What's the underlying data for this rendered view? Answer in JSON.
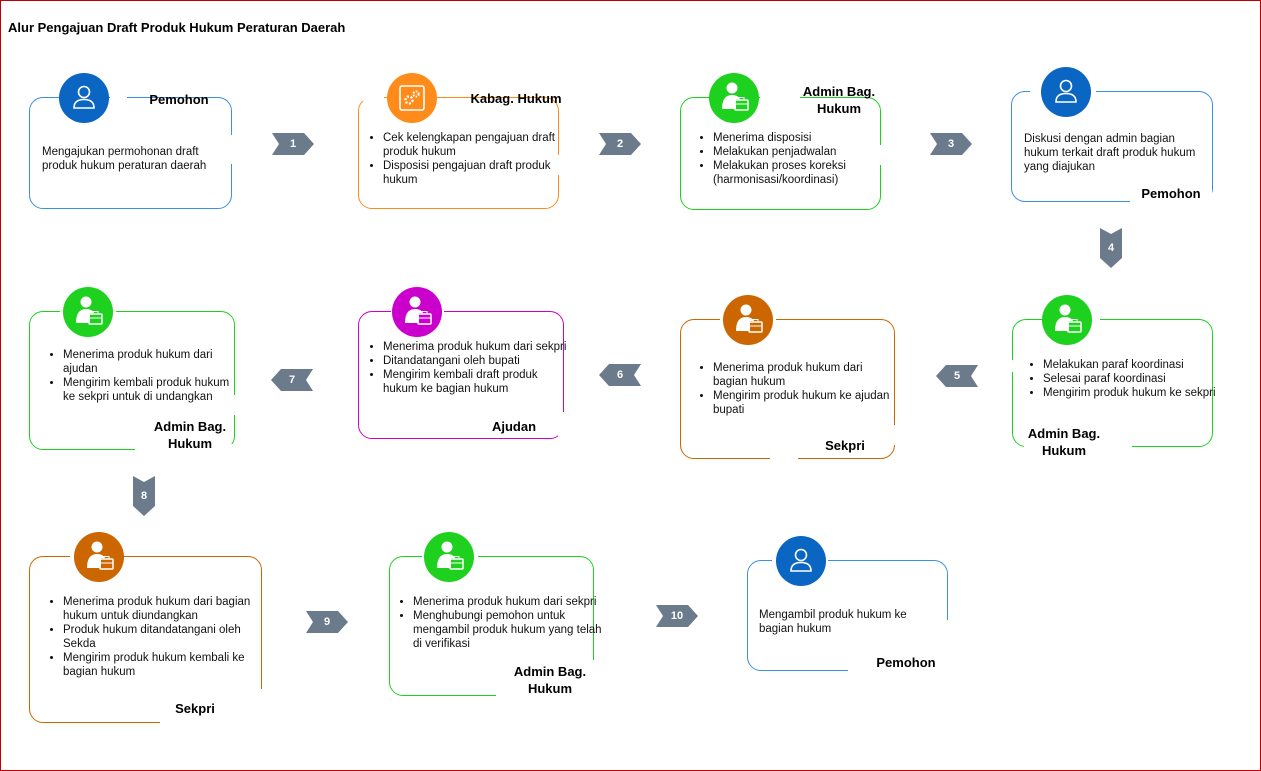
{
  "title": "Alur Pengajuan Draft Produk Hukum Peraturan Daerah",
  "colors": {
    "blue": "#0a66c2",
    "blue_border": "#3d8fdf",
    "orange": "#ff8c1a",
    "green": "#1fd11f",
    "magenta": "#cc00cc",
    "brown": "#cc6600",
    "arrow": "#6b7b8c"
  },
  "icons": {
    "person": "person-icon",
    "gear": "gear-icon",
    "worker": "worker-briefcase-icon"
  },
  "steps": [
    {
      "role": "Pemohon",
      "text": "Mengajukan permohonan draft produk hukum peraturan daerah"
    },
    {
      "role": "Kabag. Hukum",
      "items": [
        "Cek kelengkapan pengajuan draft produk hukum",
        "Disposisi pengajuan draft produk hukum"
      ]
    },
    {
      "role": "Admin Bag. Hukum",
      "items": [
        "Menerima disposisi",
        "Melakukan penjadwalan",
        "Melakukan proses koreksi (harmonisasi/koordinasi)"
      ]
    },
    {
      "role": "Pemohon",
      "text": "Diskusi dengan admin bagian hukum terkait draft produk hukum yang diajukan"
    },
    {
      "role": "Admin Bag. Hukum",
      "items": [
        "Melakukan paraf koordinasi",
        "Selesai paraf koordinasi",
        "Mengirim produk hukum ke sekpri"
      ]
    },
    {
      "role": "Sekpri",
      "items": [
        "Menerima produk hukum dari bagian hukum",
        "Mengirim produk hukum ke ajudan bupati"
      ]
    },
    {
      "role": "Ajudan",
      "items": [
        "Menerima produk hukum dari sekpri",
        "Ditandatangani oleh bupati",
        "Mengirim kembali draft produk hukum ke bagian hukum"
      ]
    },
    {
      "role": "Admin Bag. Hukum",
      "items": [
        "Menerima produk hukum dari ajudan",
        "Mengirim kembali produk hukum ke sekpri untuk di undangkan"
      ]
    },
    {
      "role": "Sekpri",
      "items": [
        "Menerima produk hukum dari bagian hukum untuk diundangkan",
        "Produk hukum ditandatangani oleh Sekda",
        "Mengirim produk hukum kembali ke bagian hukum"
      ]
    },
    {
      "role": "Admin Bag. Hukum",
      "items": [
        "Menerima produk hukum dari sekpri",
        "Menghubungi pemohon untuk mengambil produk hukum yang telah di verifikasi"
      ]
    },
    {
      "role": "Pemohon",
      "text": "Mengambil produk hukum ke bagian hukum"
    }
  ],
  "arrows": [
    "1",
    "2",
    "3",
    "4",
    "5",
    "6",
    "7",
    "8",
    "9",
    "10"
  ]
}
